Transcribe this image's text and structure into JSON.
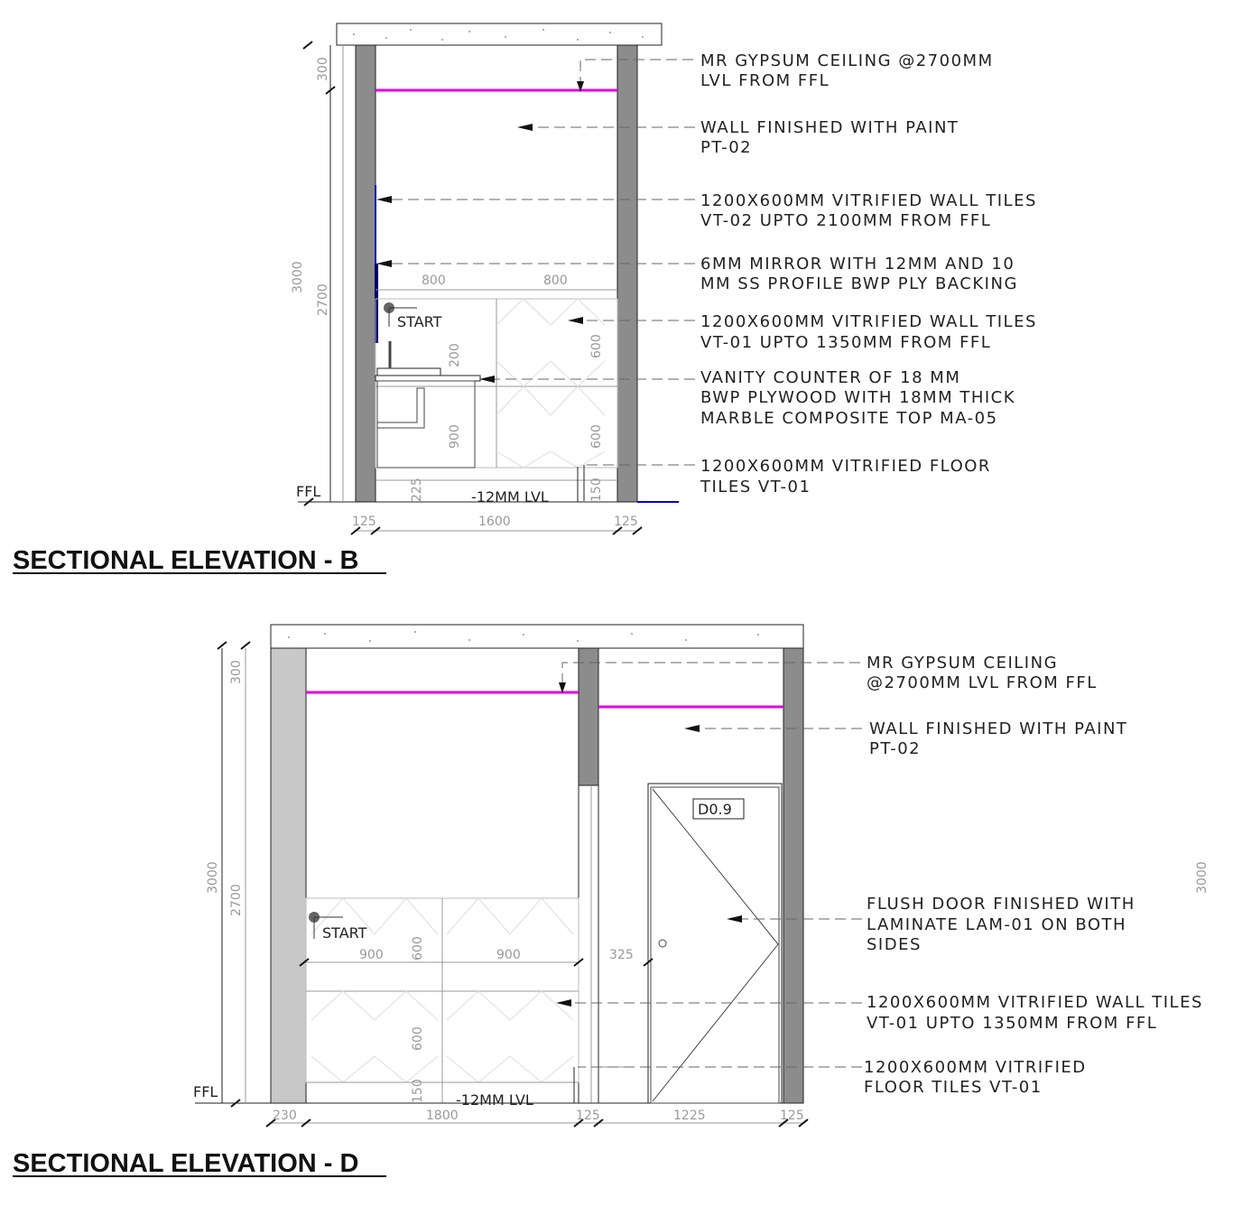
{
  "elevation_b": {
    "title": "SECTIONAL ELEVATION - B",
    "notes": [
      [
        "MR GYPSUM CEILING @2700MM",
        "LVL FROM FFL"
      ],
      [
        "WALL FINISHED WITH PAINT",
        "PT-02"
      ],
      [
        "1200X600MM VITRIFIED WALL TILES",
        "VT-02  UPTO 2100MM FROM FFL"
      ],
      [
        "6MM MIRROR WITH 12MM AND 10",
        "MM SS PROFILE BWP PLY BACKING"
      ],
      [
        "1200X600MM VITRIFIED WALL TILES",
        "VT-01  UPTO 1350MM FROM FFL"
      ],
      [
        "VANITY COUNTER OF 18 MM",
        "BWP PLYWOOD WITH 18MM THICK",
        "MARBLE COMPOSITE TOP MA-05"
      ],
      [
        "1200X600MM VITRIFIED FLOOR",
        "TILES  VT-01"
      ]
    ],
    "dims": {
      "overall_height": "3000",
      "ceiling_height": "2700",
      "ceiling_void": "300",
      "tile_width_1": "800",
      "tile_width_2": "800",
      "tile_height_upper": "600",
      "tile_height_lower": "600",
      "counter_upstand": "200",
      "counter_height": "900",
      "plinth": "225",
      "floor_drop": "150",
      "wall_left": "125",
      "room_width": "1600",
      "wall_right": "125"
    },
    "start_label": "START",
    "ffl_label": "FFL",
    "level_label": "-12MM  LVL"
  },
  "elevation_d": {
    "title": "SECTIONAL ELEVATION - D",
    "notes": [
      [
        "MR GYPSUM CEILING",
        "@2700MM LVL FROM FFL"
      ],
      [
        "WALL FINISHED WITH PAINT",
        "PT-02"
      ],
      [
        "FLUSH DOOR FINISHED WITH",
        "LAMINATE LAM-01 ON BOTH",
        "SIDES"
      ],
      [
        "1200X600MM VITRIFIED WALL TILES",
        "VT-01 UPTO 1350MM FROM FFL"
      ],
      [
        "1200X600MM VITRIFIED",
        "FLOOR TILES VT-01"
      ]
    ],
    "dims": {
      "overall_height": "3000",
      "ceiling_height": "2700",
      "ceiling_void": "300",
      "tile_width_1": "900",
      "tile_width_2": "900",
      "tile_height_upper": "600",
      "tile_height_lower": "600",
      "floor_drop": "150",
      "door_offset": "325",
      "wall_left": "230",
      "room_width": "1800",
      "partition": "125",
      "door_bay": "1225",
      "wall_right": "125",
      "right_edge": "3000"
    },
    "door_tag": "D0.9",
    "start_label": "START",
    "ffl_label": "FFL",
    "level_label": "-12MM  LVL"
  },
  "colors": {
    "ceiling_line": "#e000e0",
    "tile_edge_line": "#0000cc",
    "wall_fill": "#8c8c8c",
    "wall_fill_light": "#c8c8c8"
  }
}
